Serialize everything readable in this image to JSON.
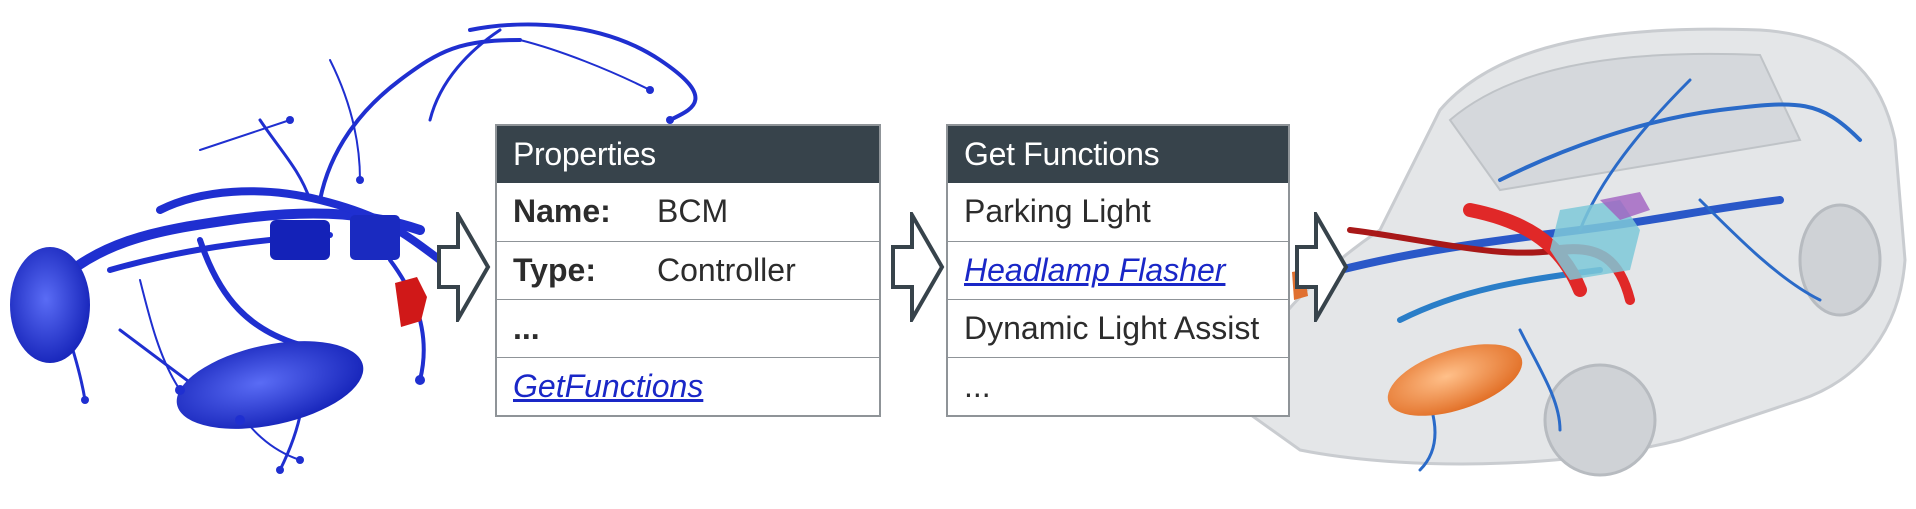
{
  "properties_table": {
    "header": "Properties",
    "rows": [
      {
        "label": "Name:",
        "value": "BCM"
      },
      {
        "label": "Type:",
        "value": "Controller"
      }
    ],
    "ellipsis": "...",
    "link": "GetFunctions"
  },
  "functions_table": {
    "header": "Get Functions",
    "items": [
      "Parking Light",
      "Headlamp Flasher",
      "Dynamic Light Assist",
      "..."
    ],
    "link_index": 1
  },
  "colors": {
    "header_bg": "#37434b",
    "link": "#1a27c7",
    "harness_blue": "#1f2fd0",
    "highlight_red": "#d01818",
    "headlamp_orange": "#f08c40"
  }
}
